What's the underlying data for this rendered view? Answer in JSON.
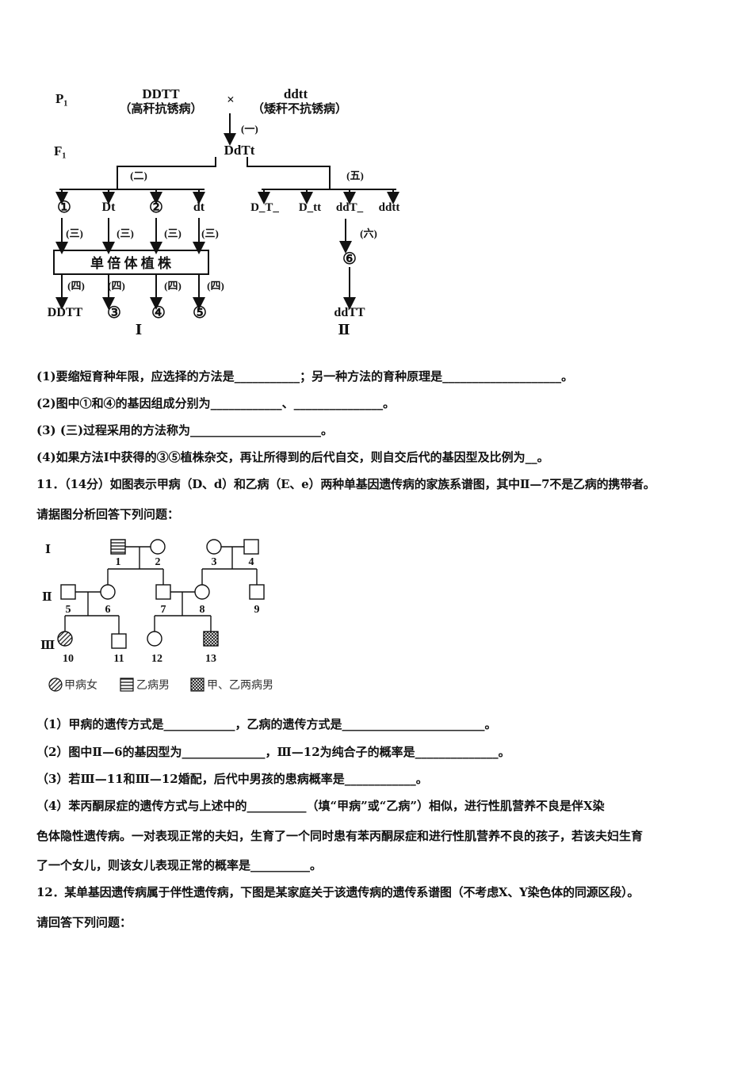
{
  "breeding": {
    "p1_label": "P₁",
    "f1_label": "F₁",
    "p1_left_genotype": "DDTT",
    "p1_left_pheno": "（高秆抗锈病）",
    "cross_symbol": "×",
    "p1_right_genotype": "ddtt",
    "p1_right_pheno": "（矮秆不抗锈病）",
    "step1": "(一)",
    "f1_genotype": "DdTt",
    "step2": "(二)",
    "step5": "(五)",
    "gametes": [
      "①",
      "Dt",
      "②",
      "dt"
    ],
    "step3": "(三)",
    "haploid_box": "单 倍 体 植 株",
    "step4": "(四)",
    "method1_results": [
      "DDTT",
      "③",
      "④",
      "⑤"
    ],
    "method1_label": "Ⅰ",
    "f2_genotypes": [
      "D_T_",
      "D_tt",
      "ddT_",
      "ddtt"
    ],
    "step6": "(六)",
    "circle6": "⑥",
    "method2_result": "ddTT",
    "method2_label": "Ⅱ"
  },
  "q10": {
    "s1": "(1)要缩短育种年限，应选择的方法是___________；另一种方法的育种原理是____________________。",
    "s2": "(2)图中①和④的基因组成分别为____________、_______________。",
    "s3": "(3) (三)过程采用的方法称为______________________。",
    "s4": "(4)如果方法Ⅰ中获得的③⑤植株杂交，再让所得到的后代自交，则自交后代的基因型及比例为__。"
  },
  "q11": {
    "intro_line1": "11．（14分）如图表示甲病（D、d）和乙病（E、e）两种单基因遗传病的家族系谱图，其中Ⅱ—7不是乙病的携带者。",
    "intro_line2": "请据图分析回答下列问题：",
    "generations": [
      "Ⅰ",
      "Ⅱ",
      "Ⅲ"
    ],
    "individuals": [
      "1",
      "2",
      "3",
      "4",
      "5",
      "6",
      "7",
      "8",
      "9",
      "10",
      "11",
      "12",
      "13"
    ],
    "legend": [
      "甲病女",
      "乙病男",
      "甲、乙两病男"
    ],
    "s1": "（1）甲病的遗传方式是____________，乙病的遗传方式是________________________。",
    "s2": "（2）图中Ⅱ—6的基因型为______________，Ⅲ—12为纯合子的概率是______________。",
    "s3": "（3）若Ⅲ—11和Ⅲ—12婚配，后代中男孩的患病概率是____________。",
    "s4_line1": "（4）苯丙酮尿症的遗传方式与上述中的__________（填“甲病”或“乙病”）相似，进行性肌营养不良是伴X染",
    "s4_line2": "色体隐性遗传病。一对表现正常的夫妇，生育了一个同时患有苯丙酮尿症和进行性肌营养不良的孩子，若该夫妇生育",
    "s4_line3": "了一个女儿，则该女儿表现正常的概率是__________。"
  },
  "q12": {
    "line1": "12．某单基因遗传病属于伴性遗传病，下图是某家庭关于该遗传病的遗传系谱图（不考虑X、Y染色体的同源区段）。",
    "line2": "请回答下列问题："
  }
}
